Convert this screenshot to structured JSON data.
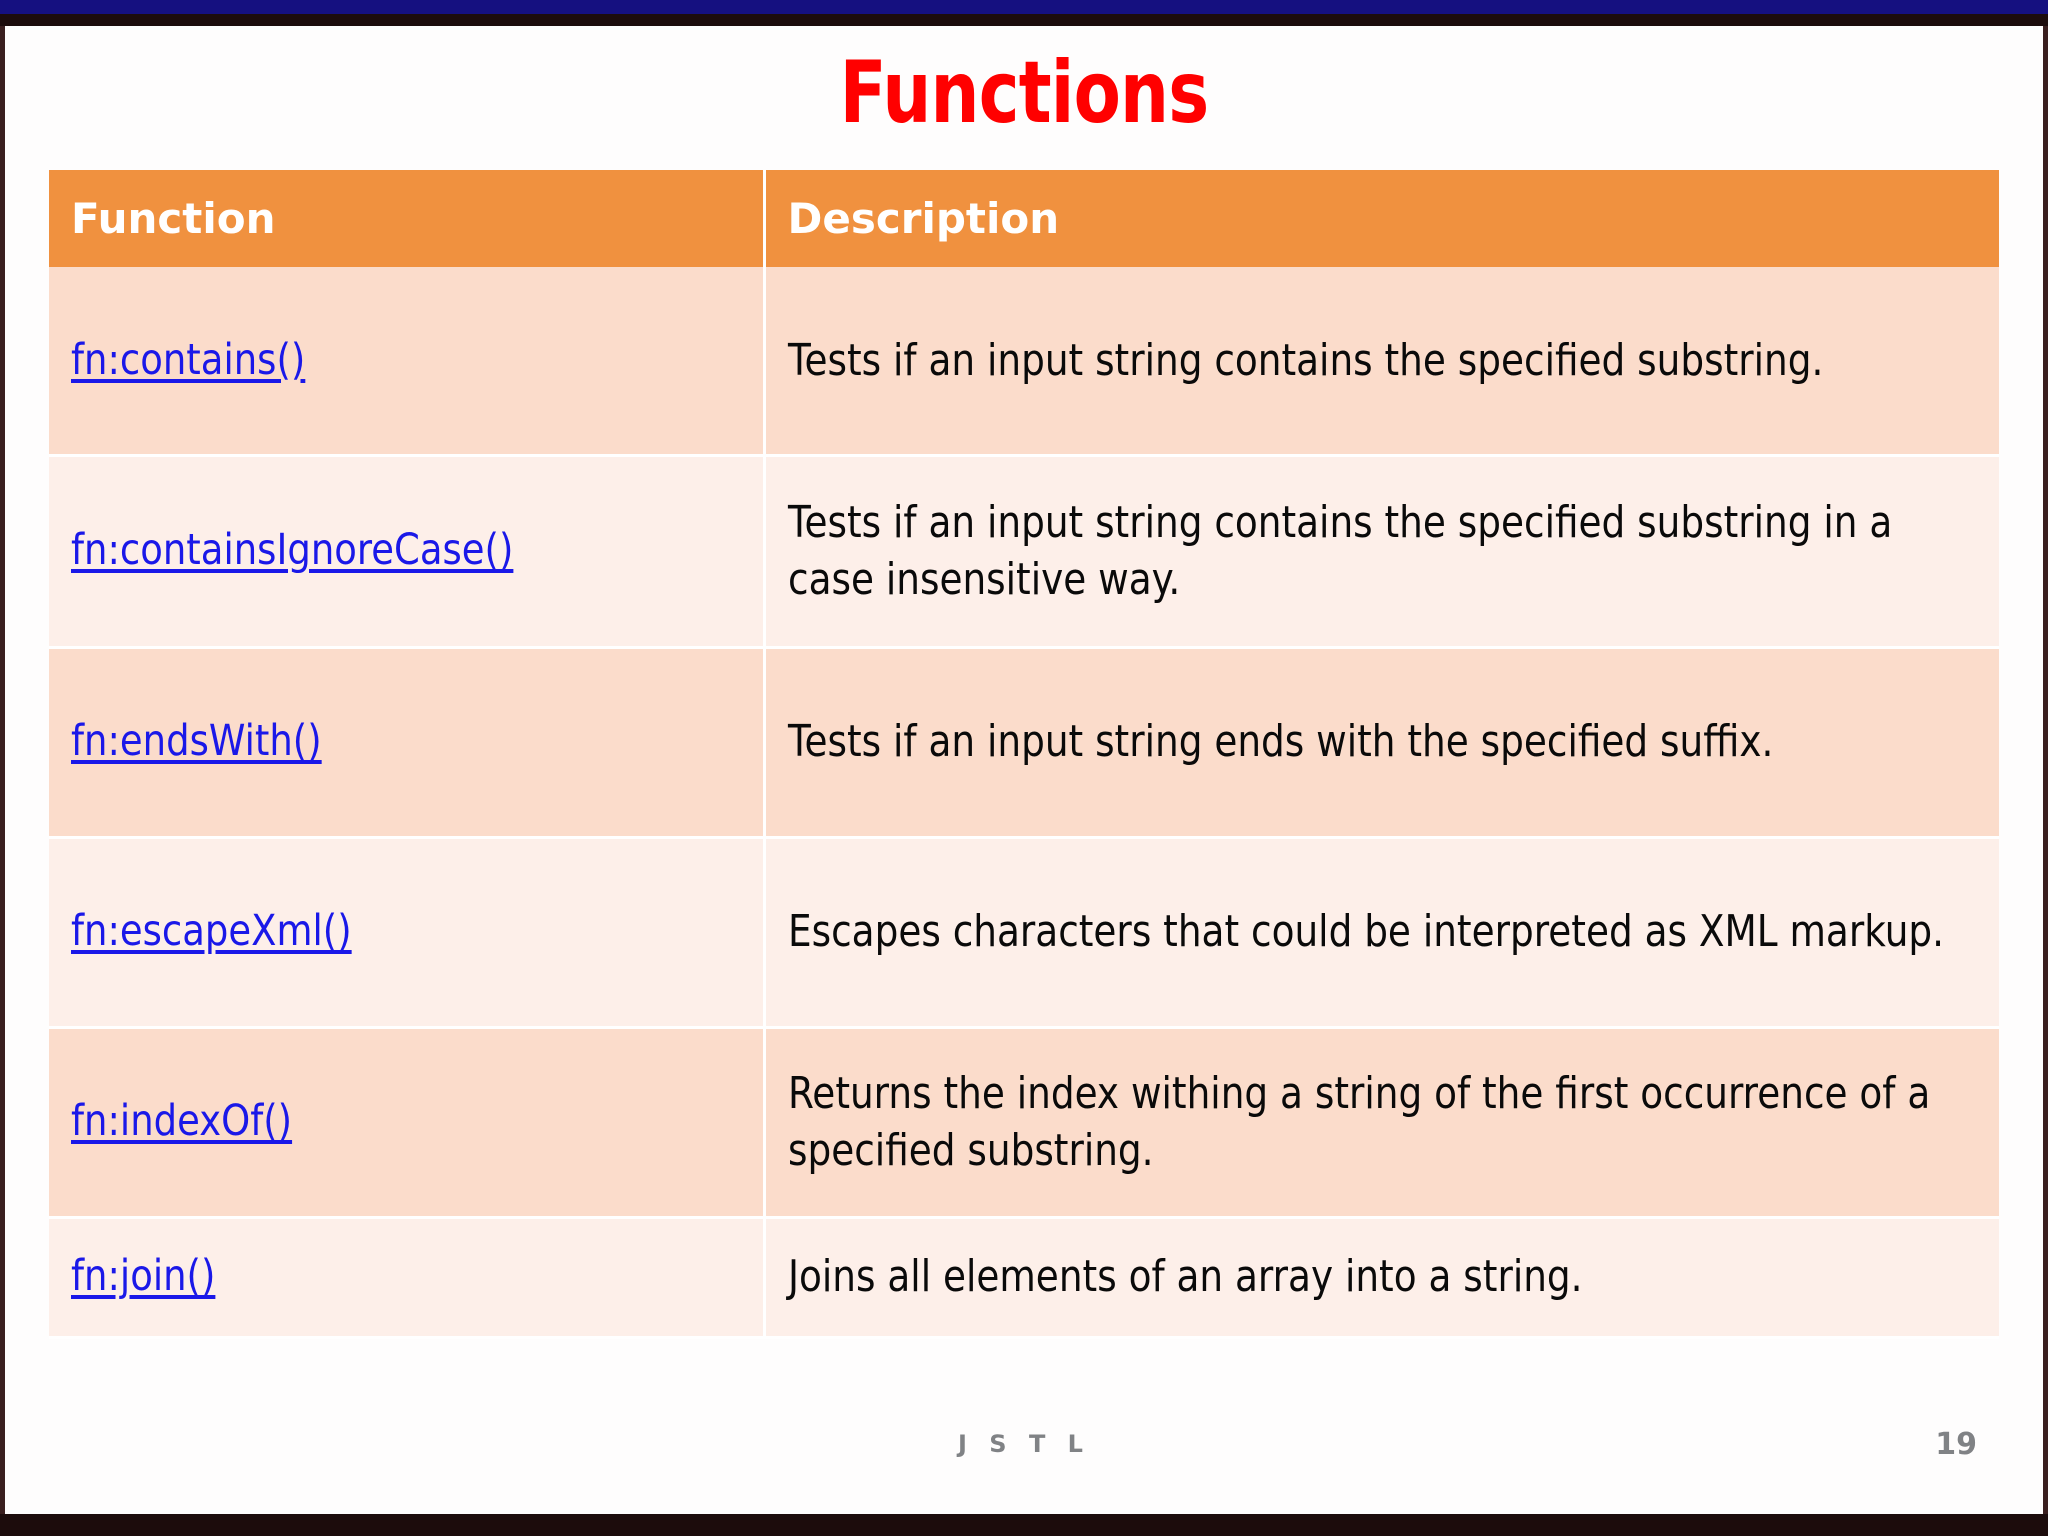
{
  "slide": {
    "title": "Functions",
    "title_color": "#FF0000",
    "header_bg_color": "#F0913F",
    "row_odd_color": "#FBDCCB",
    "row_even_color": "#FDEFE9",
    "link_color": "#1A18E8",
    "top_band_color": "#151080",
    "frame_color": "#1C0C0C"
  },
  "table": {
    "columns": [
      {
        "key": "function",
        "label": "Function"
      },
      {
        "key": "description",
        "label": "Description"
      }
    ],
    "rows": [
      {
        "function": "fn:contains()",
        "description": "Tests if an input string contains the specified substring."
      },
      {
        "function": "fn:containsIgnoreCase()",
        "description": "Tests if an input string contains the specified substring in a case insensitive way."
      },
      {
        "function": "fn:endsWith()",
        "description": "Tests if an input string ends with the specified suffix."
      },
      {
        "function": "fn:escapeXml()",
        "description": "Escapes characters that could be interpreted as XML markup."
      },
      {
        "function": "fn:indexOf()",
        "description": "Returns the index withing a string of the first occurrence of a specified substring."
      },
      {
        "function": "fn:join()",
        "description": "Joins all elements of an array into a string."
      }
    ]
  },
  "footer": {
    "label": "J S T L",
    "page_number": "19"
  }
}
